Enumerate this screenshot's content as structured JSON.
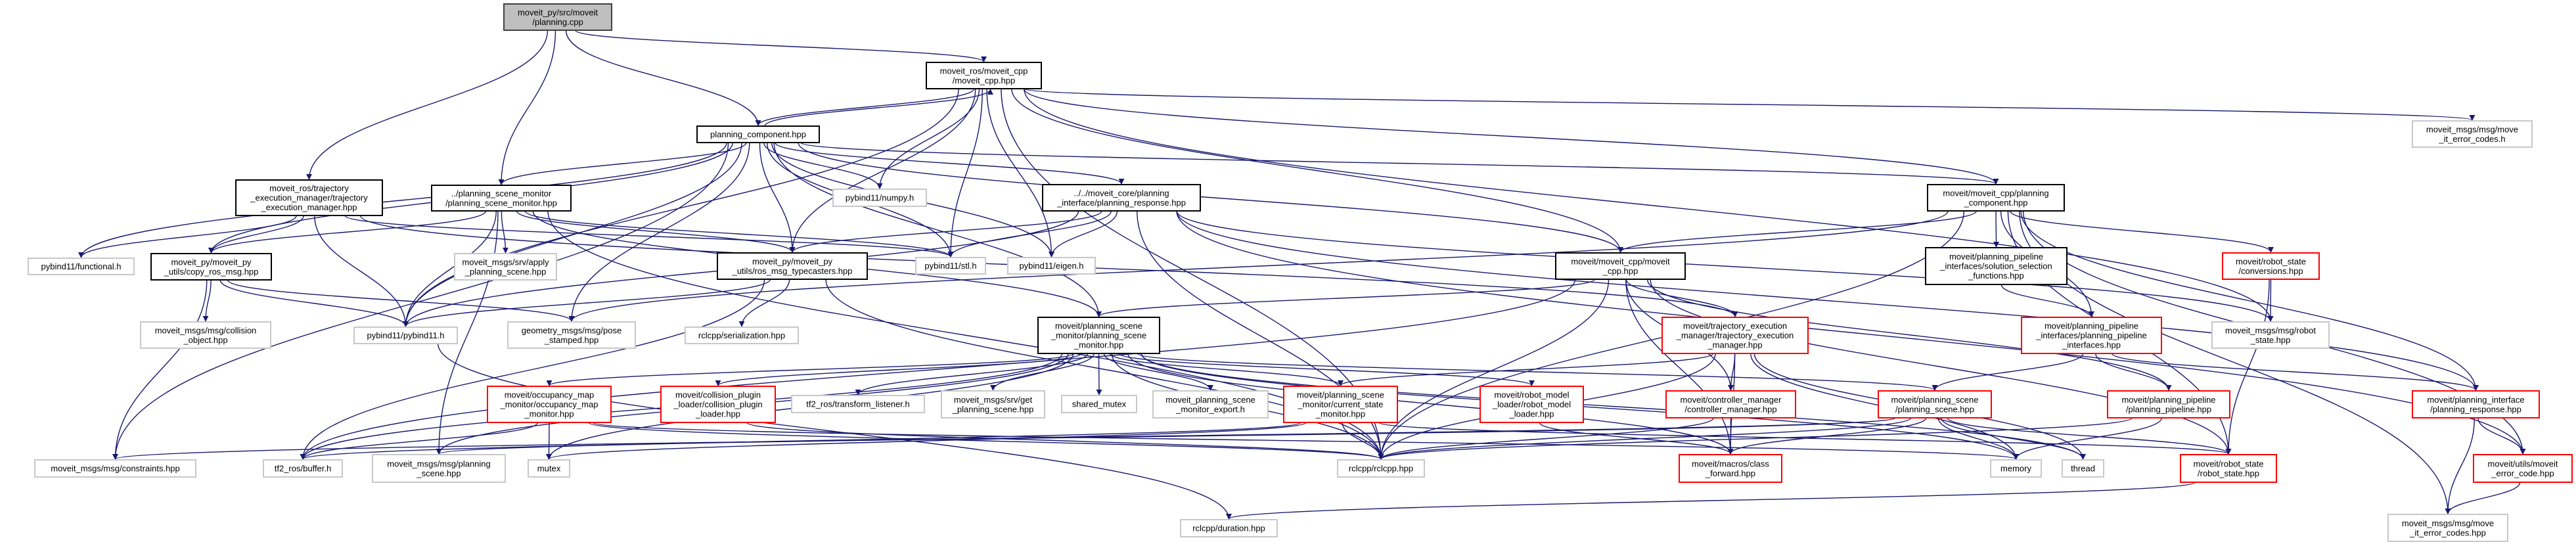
{
  "colors": {
    "edge": "#191970",
    "main_fill": "#bfbfbf",
    "main_border": "#404040",
    "doc_border": "#000000",
    "ext_border": "#c8c8c8",
    "red_border": "#ff0000",
    "node_fill": "#ffffff"
  },
  "nodes": [
    {
      "id": "planning_cpp",
      "style": "main",
      "lines": [
        "moveit_py/src/moveit",
        "/planning.cpp"
      ]
    },
    {
      "id": "moveit_cpp",
      "style": "doc",
      "lines": [
        "moveit_ros/moveit_cpp",
        "/moveit_cpp.hpp"
      ]
    },
    {
      "id": "planning_component",
      "style": "doc",
      "lines": [
        "planning_component.hpp"
      ]
    },
    {
      "id": "traj_ros",
      "style": "doc",
      "lines": [
        "moveit_ros/trajectory",
        "_execution_manager/trajectory",
        "_execution_manager.hpp"
      ]
    },
    {
      "id": "psm_rel",
      "style": "doc",
      "lines": [
        "../planning_scene_monitor",
        "/planning_scene_monitor.hpp"
      ]
    },
    {
      "id": "resp_rel",
      "style": "doc",
      "lines": [
        "../../moveit_core/planning",
        "_interface/planning_response.hpp"
      ]
    },
    {
      "id": "mcpp_pc",
      "style": "doc",
      "lines": [
        "moveit/moveit_cpp/planning",
        "_component.hpp"
      ]
    },
    {
      "id": "err_codes_h",
      "style": "ext",
      "lines": [
        "moveit_msgs/msg/move",
        "_it_error_codes.h"
      ]
    },
    {
      "id": "numpy",
      "style": "ext",
      "lines": [
        "pybind11/numpy.h"
      ]
    },
    {
      "id": "functional",
      "style": "ext",
      "lines": [
        "pybind11/functional.h"
      ]
    },
    {
      "id": "copy_ros_msg",
      "style": "doc",
      "lines": [
        "moveit_py/moveit_py",
        "_utils/copy_ros_msg.hpp"
      ]
    },
    {
      "id": "apply_ps",
      "style": "ext",
      "lines": [
        "moveit_msgs/srv/apply",
        "_planning_scene.hpp"
      ]
    },
    {
      "id": "typecasters",
      "style": "doc",
      "lines": [
        "moveit_py/moveit_py",
        "_utils/ros_msg_typecasters.hpp"
      ]
    },
    {
      "id": "stl",
      "style": "ext",
      "lines": [
        "pybind11/stl.h"
      ]
    },
    {
      "id": "eigen",
      "style": "ext",
      "lines": [
        "pybind11/eigen.h"
      ]
    },
    {
      "id": "moveit_hpp",
      "style": "doc",
      "lines": [
        "moveit/moveit_cpp/moveit",
        "_cpp.hpp"
      ]
    },
    {
      "id": "solution_sel",
      "style": "doc",
      "lines": [
        "moveit/planning_pipeline",
        "_interfaces/solution_selection",
        "_functions.hpp"
      ]
    },
    {
      "id": "conversions",
      "style": "red",
      "lines": [
        "moveit/robot_state",
        "/conversions.hpp"
      ]
    },
    {
      "id": "collision_object",
      "style": "ext",
      "lines": [
        "moveit_msgs/msg/collision",
        "_object.hpp"
      ]
    },
    {
      "id": "pybind11",
      "style": "ext",
      "lines": [
        "pybind11/pybind11.h"
      ]
    },
    {
      "id": "pose_stamped",
      "style": "ext",
      "lines": [
        "geometry_msgs/msg/pose",
        "_stamped.hpp"
      ]
    },
    {
      "id": "serialization",
      "style": "ext",
      "lines": [
        "rclcpp/serialization.hpp"
      ]
    },
    {
      "id": "msg_robot_state",
      "style": "ext",
      "lines": [
        "moveit_msgs/msg/robot",
        "_state.hpp"
      ]
    },
    {
      "id": "psm_moveit",
      "style": "doc",
      "lines": [
        "moveit/planning_scene",
        "_monitor/planning_scene",
        "_monitor.hpp"
      ]
    },
    {
      "id": "traj_red",
      "style": "red",
      "lines": [
        "moveit/trajectory_execution",
        "_manager/trajectory_execution",
        "_manager.hpp"
      ]
    },
    {
      "id": "pipe_if",
      "style": "red",
      "lines": [
        "moveit/planning_pipeline",
        "_interfaces/planning_pipeline",
        "_interfaces.hpp"
      ]
    },
    {
      "id": "occupancy",
      "style": "red",
      "lines": [
        "moveit/occupancy_map",
        "_monitor/occupancy_map",
        "_monitor.hpp"
      ]
    },
    {
      "id": "coll_plugin",
      "style": "red",
      "lines": [
        "moveit/collision_plugin",
        "_loader/collision_plugin",
        "_loader.hpp"
      ]
    },
    {
      "id": "tf2_listener",
      "style": "ext",
      "lines": [
        "tf2_ros/transform_listener.h"
      ]
    },
    {
      "id": "get_ps",
      "style": "ext",
      "lines": [
        "moveit_msgs/srv/get",
        "_planning_scene.hpp"
      ]
    },
    {
      "id": "shared_mutex",
      "style": "ext",
      "lines": [
        "shared_mutex"
      ]
    },
    {
      "id": "psm_export",
      "style": "ext",
      "lines": [
        "moveit_planning_scene",
        "_monitor_export.h"
      ]
    },
    {
      "id": "csm",
      "style": "red",
      "lines": [
        "moveit/planning_scene",
        "_monitor/current_state",
        "_monitor.hpp"
      ]
    },
    {
      "id": "rml",
      "style": "red",
      "lines": [
        "moveit/robot_model",
        "_loader/robot_model",
        "_loader.hpp"
      ]
    },
    {
      "id": "ctrl_mgr",
      "style": "red",
      "lines": [
        "moveit/controller_manager",
        "/controller_manager.hpp"
      ]
    },
    {
      "id": "ps_red",
      "style": "red",
      "lines": [
        "moveit/planning_scene",
        "/planning_scene.hpp"
      ]
    },
    {
      "id": "pp_red",
      "style": "red",
      "lines": [
        "moveit/planning_pipeline",
        "/planning_pipeline.hpp"
      ]
    },
    {
      "id": "resp_red",
      "style": "red",
      "lines": [
        "moveit/planning_interface",
        "/planning_response.hpp"
      ]
    },
    {
      "id": "constraints",
      "style": "ext",
      "lines": [
        "moveit_msgs/msg/constraints.hpp"
      ]
    },
    {
      "id": "tf2_buffer",
      "style": "ext",
      "lines": [
        "tf2_ros/buffer.h"
      ]
    },
    {
      "id": "ps_msg",
      "style": "ext",
      "lines": [
        "moveit_msgs/msg/planning",
        "_scene.hpp"
      ]
    },
    {
      "id": "mutex",
      "style": "ext",
      "lines": [
        "mutex"
      ]
    },
    {
      "id": "rclcpp",
      "style": "ext",
      "lines": [
        "rclcpp/rclcpp.hpp"
      ]
    },
    {
      "id": "class_fwd",
      "style": "red",
      "lines": [
        "moveit/macros/class",
        "_forward.hpp"
      ]
    },
    {
      "id": "memory",
      "style": "ext",
      "lines": [
        "memory"
      ]
    },
    {
      "id": "thread",
      "style": "ext",
      "lines": [
        "thread"
      ]
    },
    {
      "id": "rs_red",
      "style": "red",
      "lines": [
        "moveit/robot_state",
        "/robot_state.hpp"
      ]
    },
    {
      "id": "err_code_red",
      "style": "red",
      "lines": [
        "moveit/utils/moveit",
        "_error_code.hpp"
      ]
    },
    {
      "id": "duration",
      "style": "ext",
      "lines": [
        "rclcpp/duration.hpp"
      ]
    },
    {
      "id": "err_codes_hpp",
      "style": "ext",
      "lines": [
        "moveit_msgs/msg/move",
        "_it_error_codes.hpp"
      ]
    }
  ],
  "edges": [
    [
      "planning_cpp",
      "moveit_cpp"
    ],
    [
      "planning_cpp",
      "planning_component"
    ],
    [
      "planning_cpp",
      "traj_ros"
    ],
    [
      "planning_cpp",
      "psm_rel"
    ],
    [
      "moveit_cpp",
      "planning_component"
    ],
    [
      "planning_component",
      "moveit_cpp"
    ],
    [
      "moveit_cpp",
      "numpy"
    ],
    [
      "moveit_cpp",
      "stl"
    ],
    [
      "moveit_cpp",
      "eigen"
    ],
    [
      "moveit_cpp",
      "typecasters"
    ],
    [
      "moveit_cpp",
      "pybind11"
    ],
    [
      "moveit_cpp",
      "rclcpp"
    ],
    [
      "moveit_cpp",
      "moveit_hpp"
    ],
    [
      "moveit_cpp",
      "mcpp_pc"
    ],
    [
      "moveit_cpp",
      "err_codes_h"
    ],
    [
      "moveit_cpp",
      "msg_robot_state"
    ],
    [
      "planning_component",
      "functional"
    ],
    [
      "planning_component",
      "copy_ros_msg"
    ],
    [
      "planning_component",
      "constraints"
    ],
    [
      "planning_component",
      "psm_rel"
    ],
    [
      "planning_component",
      "typecasters"
    ],
    [
      "planning_component",
      "numpy"
    ],
    [
      "planning_component",
      "stl"
    ],
    [
      "planning_component",
      "eigen"
    ],
    [
      "planning_component",
      "pybind11"
    ],
    [
      "planning_component",
      "pose_stamped"
    ],
    [
      "planning_component",
      "resp_rel"
    ],
    [
      "planning_component",
      "mcpp_pc"
    ],
    [
      "planning_component",
      "moveit_hpp"
    ],
    [
      "planning_component",
      "psm_moveit"
    ],
    [
      "traj_ros",
      "functional"
    ],
    [
      "traj_ros",
      "copy_ros_msg"
    ],
    [
      "traj_ros",
      "pybind11"
    ],
    [
      "traj_ros",
      "traj_red"
    ],
    [
      "traj_ros",
      "stl"
    ],
    [
      "psm_rel",
      "copy_ros_msg"
    ],
    [
      "psm_rel",
      "apply_ps"
    ],
    [
      "psm_rel",
      "pybind11"
    ],
    [
      "psm_rel",
      "typecasters"
    ],
    [
      "psm_rel",
      "psm_moveit"
    ],
    [
      "psm_rel",
      "ps_msg"
    ],
    [
      "psm_rel",
      "rclcpp"
    ],
    [
      "psm_rel",
      "stl"
    ],
    [
      "resp_rel",
      "typecasters"
    ],
    [
      "resp_rel",
      "stl"
    ],
    [
      "resp_rel",
      "eigen"
    ],
    [
      "resp_rel",
      "pybind11"
    ],
    [
      "resp_rel",
      "msg_robot_state"
    ],
    [
      "resp_rel",
      "resp_red"
    ],
    [
      "resp_rel",
      "err_code_red"
    ],
    [
      "resp_rel",
      "rclcpp"
    ],
    [
      "copy_ros_msg",
      "collision_object"
    ],
    [
      "copy_ros_msg",
      "pybind11"
    ],
    [
      "copy_ros_msg",
      "pose_stamped"
    ],
    [
      "copy_ros_msg",
      "constraints"
    ],
    [
      "typecasters",
      "pybind11"
    ],
    [
      "typecasters",
      "serialization"
    ],
    [
      "typecasters",
      "rclcpp"
    ],
    [
      "typecasters",
      "tf2_buffer"
    ],
    [
      "mcpp_pc",
      "moveit_hpp"
    ],
    [
      "mcpp_pc",
      "solution_sel"
    ],
    [
      "mcpp_pc",
      "conversions"
    ],
    [
      "mcpp_pc",
      "pipe_if"
    ],
    [
      "mcpp_pc",
      "rclcpp"
    ],
    [
      "mcpp_pc",
      "rs_red"
    ],
    [
      "mcpp_pc",
      "resp_red"
    ],
    [
      "mcpp_pc",
      "err_code_red"
    ],
    [
      "mcpp_pc",
      "pose_stamped"
    ],
    [
      "mcpp_pc",
      "err_codes_hpp"
    ],
    [
      "moveit_hpp",
      "psm_moveit"
    ],
    [
      "moveit_hpp",
      "traj_red"
    ],
    [
      "moveit_hpp",
      "ctrl_mgr"
    ],
    [
      "moveit_hpp",
      "rclcpp"
    ],
    [
      "moveit_hpp",
      "class_fwd"
    ],
    [
      "moveit_hpp",
      "pp_red"
    ],
    [
      "moveit_hpp",
      "rs_red"
    ],
    [
      "moveit_hpp",
      "tf2_buffer"
    ],
    [
      "solution_sel",
      "pipe_if"
    ],
    [
      "conversions",
      "msg_robot_state"
    ],
    [
      "conversions",
      "rs_red"
    ],
    [
      "psm_moveit",
      "occupancy"
    ],
    [
      "psm_moveit",
      "coll_plugin"
    ],
    [
      "psm_moveit",
      "tf2_listener"
    ],
    [
      "psm_moveit",
      "get_ps"
    ],
    [
      "psm_moveit",
      "shared_mutex"
    ],
    [
      "psm_moveit",
      "psm_export"
    ],
    [
      "psm_moveit",
      "csm"
    ],
    [
      "psm_moveit",
      "rml"
    ],
    [
      "psm_moveit",
      "ps_red"
    ],
    [
      "psm_moveit",
      "rclcpp"
    ],
    [
      "psm_moveit",
      "mutex"
    ],
    [
      "psm_moveit",
      "tf2_buffer"
    ],
    [
      "psm_moveit",
      "memory"
    ],
    [
      "psm_moveit",
      "thread"
    ],
    [
      "psm_moveit",
      "ps_msg"
    ],
    [
      "psm_moveit",
      "class_fwd"
    ],
    [
      "traj_red",
      "ctrl_mgr"
    ],
    [
      "traj_red",
      "class_fwd"
    ],
    [
      "traj_red",
      "csm"
    ],
    [
      "traj_red",
      "memory"
    ],
    [
      "traj_red",
      "thread"
    ],
    [
      "traj_red",
      "rclcpp"
    ],
    [
      "pipe_if",
      "ps_red"
    ],
    [
      "pipe_if",
      "pp_red"
    ],
    [
      "pipe_if",
      "resp_red"
    ],
    [
      "occupancy",
      "mutex"
    ],
    [
      "occupancy",
      "tf2_buffer"
    ],
    [
      "occupancy",
      "rclcpp"
    ],
    [
      "occupancy",
      "memory"
    ],
    [
      "coll_plugin",
      "rclcpp"
    ],
    [
      "csm",
      "rclcpp"
    ],
    [
      "csm",
      "tf2_buffer"
    ],
    [
      "csm",
      "mutex"
    ],
    [
      "csm",
      "rs_red"
    ],
    [
      "rml",
      "class_fwd"
    ],
    [
      "ctrl_mgr",
      "class_fwd"
    ],
    [
      "ctrl_mgr",
      "rclcpp"
    ],
    [
      "ps_red",
      "memory"
    ],
    [
      "ps_red",
      "thread"
    ],
    [
      "ps_red",
      "rs_red"
    ],
    [
      "ps_red",
      "class_fwd"
    ],
    [
      "ps_red",
      "rclcpp"
    ],
    [
      "ps_red",
      "constraints"
    ],
    [
      "ps_red",
      "ps_msg"
    ],
    [
      "pp_red",
      "memory"
    ],
    [
      "pp_red",
      "rclcpp"
    ],
    [
      "resp_red",
      "err_codes_hpp"
    ],
    [
      "resp_red",
      "err_code_red"
    ],
    [
      "err_code_red",
      "err_codes_hpp"
    ],
    [
      "rs_red",
      "duration"
    ],
    [
      "pybind11",
      "duration"
    ]
  ]
}
